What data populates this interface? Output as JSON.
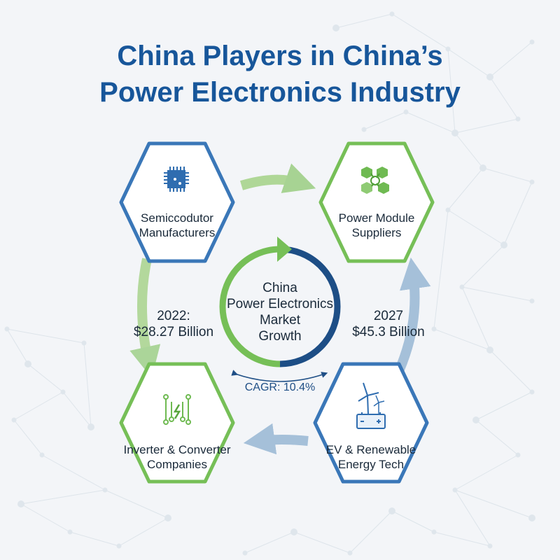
{
  "title_line1": "China Players in China’s",
  "title_line2": "Power Electronics Industry",
  "colors": {
    "title": "#17569a",
    "blue": "#3a77b8",
    "dark_blue": "#1d4e86",
    "green": "#76bf57",
    "light_green": "#a8d48d",
    "light_blue": "#9dbbd6"
  },
  "nodes": [
    {
      "line1": "Semiccodutor",
      "line2": "Manufacturers",
      "icon": "chip-icon"
    },
    {
      "line1": "Power Module",
      "line2": "Suppliers",
      "icon": "module-cubes-icon"
    },
    {
      "line1": "Inverter & Converter",
      "line2": "Companies",
      "icon": "circuit-icon"
    },
    {
      "line1": "EV & Renewable",
      "line2": "Energy Tech",
      "icon": "wind-battery-icon"
    }
  ],
  "center": {
    "line1": "China",
    "line2": "Power Electronics",
    "line3": "Market",
    "line4": "Growth"
  },
  "left_stat": {
    "year": "2022:",
    "value": "$28.27 Billion"
  },
  "right_stat": {
    "year": "2027",
    "value": "$45.3 Billion"
  },
  "cagr": "CAGR: 10.4%"
}
